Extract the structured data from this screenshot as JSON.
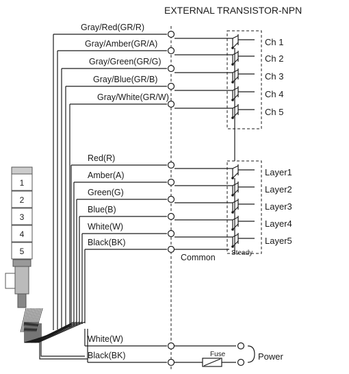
{
  "title": "EXTERNAL TRANSISTOR-NPN",
  "wires_top": [
    "Gray/Red(GR/R)",
    "Gray/Amber(GR/A)",
    "Gray/Green(GR/G)",
    "Gray/Blue(GR/B)",
    "Gray/White(GR/W)"
  ],
  "wires_mid": [
    "Red(R)",
    "Amber(A)",
    "Green(G)",
    "Blue(B)",
    "White(W)",
    "Black(BK)"
  ],
  "wires_bottom": [
    "White(W)",
    "Black(BK)"
  ],
  "channels": [
    "Ch 1",
    "Ch 2",
    "Ch 3",
    "Ch 4",
    "Ch 5"
  ],
  "layers": [
    "Layer1",
    "Layer2",
    "Layer3",
    "Layer4",
    "Layer5"
  ],
  "tower_tiers": [
    "1",
    "2",
    "3",
    "4",
    "5"
  ],
  "common_label": "Common",
  "steady_label": "Steady",
  "fuse_label": "Fuse",
  "power_label": "Power"
}
